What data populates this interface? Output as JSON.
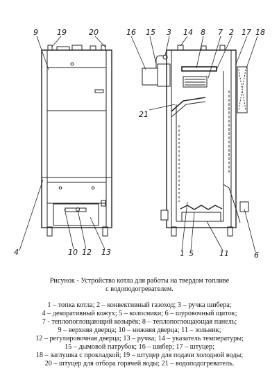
{
  "callouts": {
    "n9": "9",
    "n19": "19",
    "n20": "20",
    "n4": "4",
    "n10": "10",
    "n12": "12",
    "n13": "13",
    "n16": "16",
    "n15": "15",
    "n3": "3",
    "n14": "14",
    "n8": "8",
    "n7": "7",
    "n2": "2",
    "n17": "17",
    "n18": "18",
    "n21": "21",
    "n1": "1",
    "n5": "5",
    "n11": "11",
    "n6": "6"
  },
  "caption": {
    "line1": "Рисунок  - Устройство котла для работы на твердом топливе",
    "line2": "с водоподогревателем."
  },
  "legend": [
    "1 – топка котла;  2 – конвективный газоход;  3 – ручка шибера;",
    "4 – декоративный кожух;  5 – колосники;  6 – шуровочный щиток;",
    "7 - теплопоглощающий козырёк;  8 – теплопоглощающая панель;",
    "9 – верхняя дверца;  10 – нижняя дверца;  11 – зольник;",
    "12 – регулировочная дверца;  13 – ручка;  14 – указатель температуры;",
    "15 – дымовой патрубок;  16 – шибер;  17 – штуцер;",
    "18 – заглушка с прокладкой; 19 – штуцер для подачи холодной воды;",
    "20 – штуцер для отбора горячей воды; 21 – водоподогреватель."
  ]
}
